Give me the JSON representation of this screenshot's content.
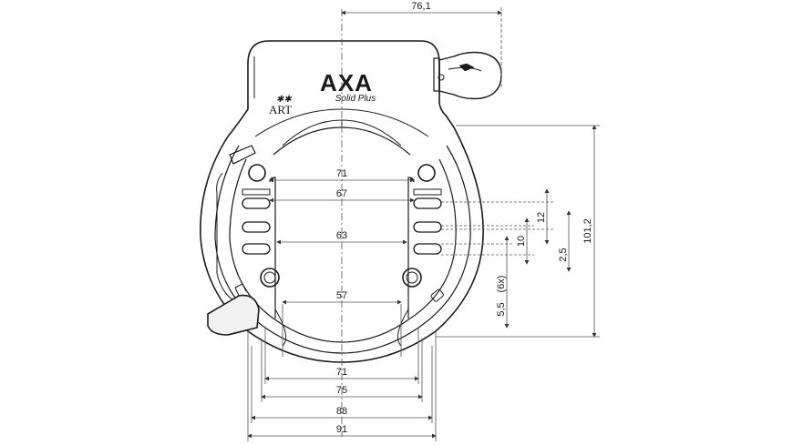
{
  "brand": {
    "name": "AXA",
    "model": "Solid Plus",
    "cert": "ART",
    "cert_stars": "✱✱"
  },
  "dimensions": {
    "top_width": "76,1",
    "inner_71_top": "71",
    "inner_67": "67",
    "inner_63": "63",
    "inner_57": "57",
    "bottom_71": "71",
    "bottom_75": "75",
    "bottom_88": "88",
    "bottom_91": "91",
    "height_101": "101,2",
    "slot_12": "12",
    "slot_10": "10",
    "pitch_2_5": "2,5",
    "slot_5_5": "5,5",
    "slot_count": "(6x)"
  },
  "colors": {
    "line": "#1a1a1a",
    "dim_line": "#555555"
  }
}
